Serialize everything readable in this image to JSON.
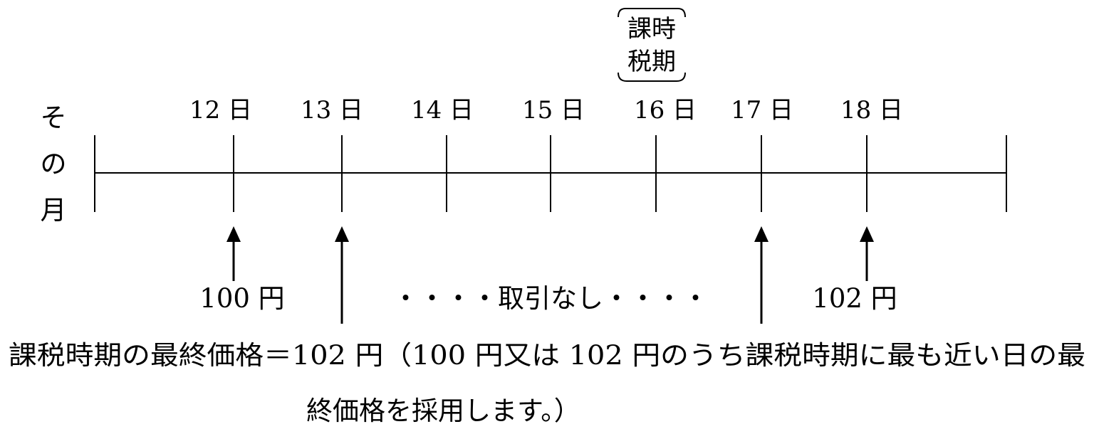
{
  "month_label": [
    "そ",
    "の",
    "月"
  ],
  "taxation_period_label": {
    "line1": "課時",
    "line2": "税期"
  },
  "days": [
    "12 日",
    "13 日",
    "14 日",
    "15 日",
    "16 日",
    "17 日",
    "18 日"
  ],
  "prices": {
    "day12": "100 円",
    "no_trade": "・・・・取引なし・・・・",
    "day18": "102 円"
  },
  "note": {
    "line1": "課税時期の最終価格＝102 円（100 円又は 102 円のうち課税時期に最も近い日の最",
    "line2": "終価格を採用します。）"
  }
}
